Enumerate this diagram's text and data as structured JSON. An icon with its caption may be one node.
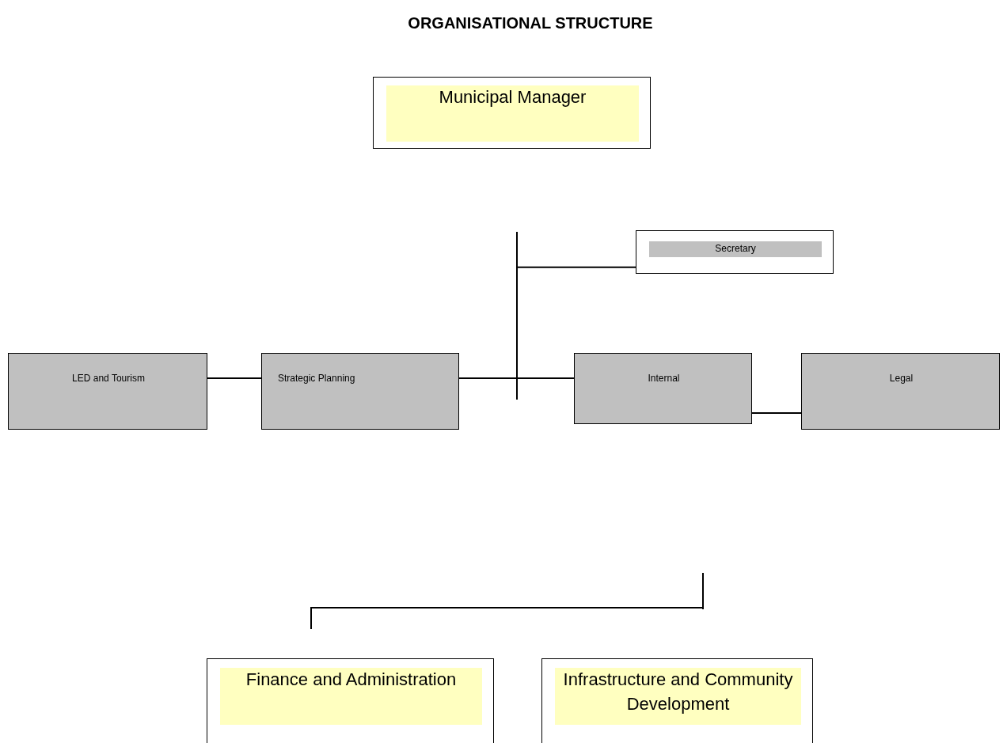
{
  "diagram": {
    "title": "ORGANISATIONAL STRUCTURE",
    "nodes": [
      {
        "text": [
          "Municipal Manager"
        ]
      },
      {
        "text": [
          "Secretary"
        ]
      },
      {
        "text": [
          "LED and Tourism"
        ]
      },
      {
        "text": [
          "Strategic Planning"
        ]
      },
      {
        "text": [
          "Internal"
        ]
      },
      {
        "text": [
          "Legal"
        ]
      },
      {
        "text": [
          "Finance and Administration"
        ]
      },
      {
        "text": [
          "Infrastructure and Community Development"
        ]
      }
    ],
    "edges": [
      {
        "from": null,
        "to": 1,
        "arrow": "none"
      },
      {
        "from": 2,
        "to": 3,
        "arrow": "none"
      },
      {
        "from": 3,
        "to": 4,
        "arrow": "none"
      },
      {
        "from": 4,
        "to": 5,
        "arrow": "none"
      }
    ]
  }
}
